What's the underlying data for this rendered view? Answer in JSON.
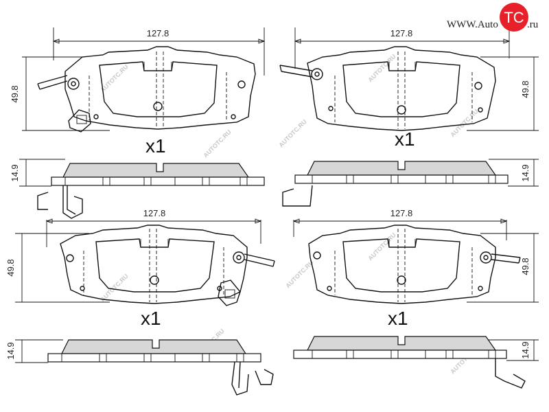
{
  "logo": {
    "prefix": "WWW.Auto",
    "tc": "TC",
    "suffix": ".ru",
    "accent": "#e8202a"
  },
  "watermark": {
    "text": "AUTOTC.RU",
    "color": "#c8c8c8"
  },
  "pads": [
    {
      "width_label": "127.8",
      "height_label": "49.8",
      "thickness_label": "14.9",
      "quantity_label": "x1",
      "wire_side": "left"
    },
    {
      "width_label": "127.8",
      "height_label": "49.8",
      "thickness_label": "14.9",
      "quantity_label": "x1",
      "wire_side": "left"
    },
    {
      "width_label": "127.8",
      "height_label": "49.8",
      "thickness_label": "14.9",
      "quantity_label": "x1",
      "wire_side": "right"
    },
    {
      "width_label": "127.8",
      "height_label": "49.8",
      "thickness_label": "14.9",
      "quantity_label": "x1",
      "wire_side": "right"
    }
  ]
}
